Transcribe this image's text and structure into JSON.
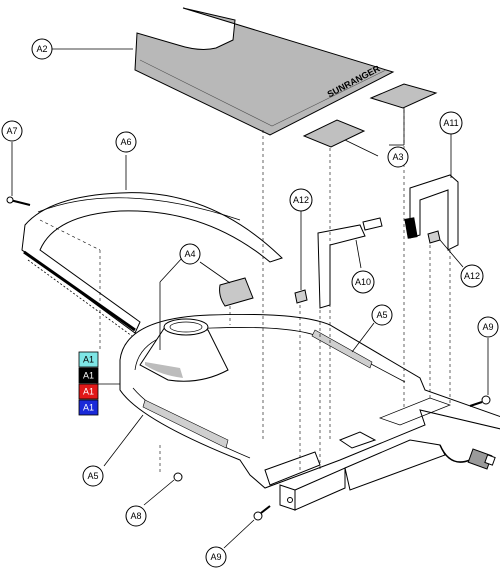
{
  "brand_mark": "SUNRANGER",
  "callouts": {
    "a2": "A2",
    "a3": "A3",
    "a4": "A4",
    "a5_top": "A5",
    "a5_left": "A5",
    "a6": "A6",
    "a7": "A7",
    "a8": "A8",
    "a9_right": "A9",
    "a9_bottom": "A9",
    "a10": "A10",
    "a11": "A11",
    "a12_left": "A12",
    "a12_right": "A12"
  },
  "color_key": [
    {
      "label": "A1",
      "color": "#7ee6e6",
      "text_color": "#000000"
    },
    {
      "label": "A1",
      "color": "#000000",
      "text_color": "#ffffff"
    },
    {
      "label": "A1",
      "color": "#e01818",
      "text_color": "#ffffff"
    },
    {
      "label": "A1",
      "color": "#1a2ad8",
      "text_color": "#ffffff"
    }
  ]
}
